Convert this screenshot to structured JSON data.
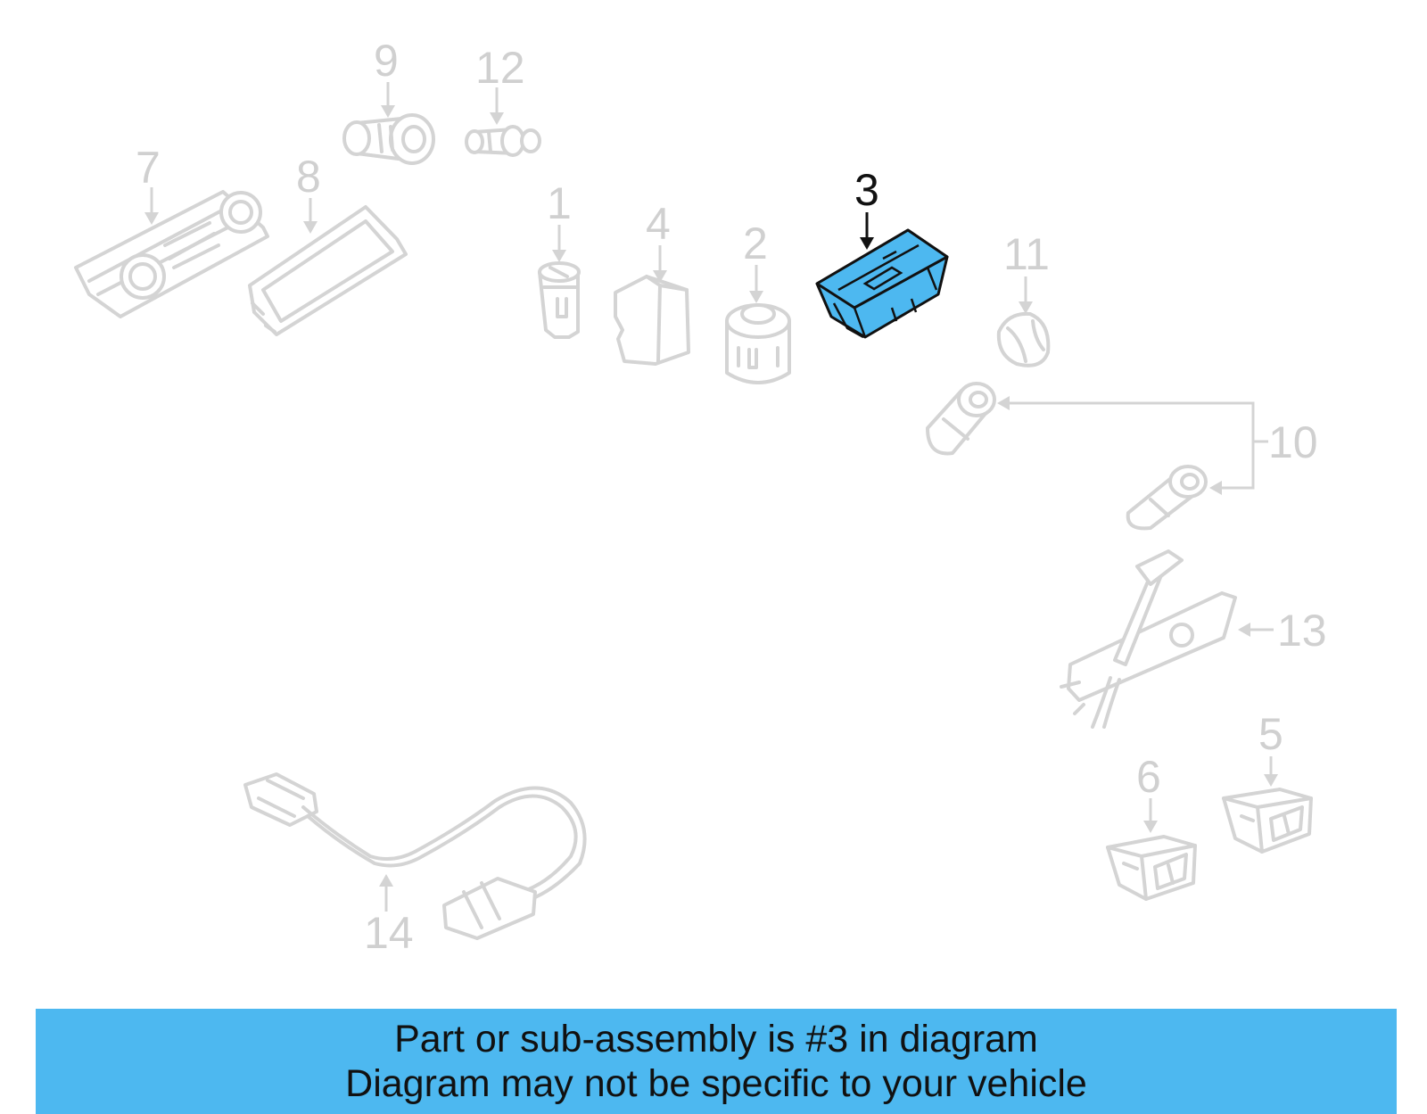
{
  "highlight_color": "#4db8f0",
  "ghost_color": "#d4d4d4",
  "callouts": {
    "p1": "1",
    "p2": "2",
    "p3": "3",
    "p4": "4",
    "p5": "5",
    "p6": "6",
    "p7": "7",
    "p8": "8",
    "p9": "9",
    "p10": "10",
    "p11": "11",
    "p12": "12",
    "p13": "13",
    "p14": "14"
  },
  "highlighted_part": "3",
  "banner": {
    "line1": "Part or sub-assembly is #3 in diagram",
    "line2": "Diagram may not be specific to your vehicle"
  }
}
